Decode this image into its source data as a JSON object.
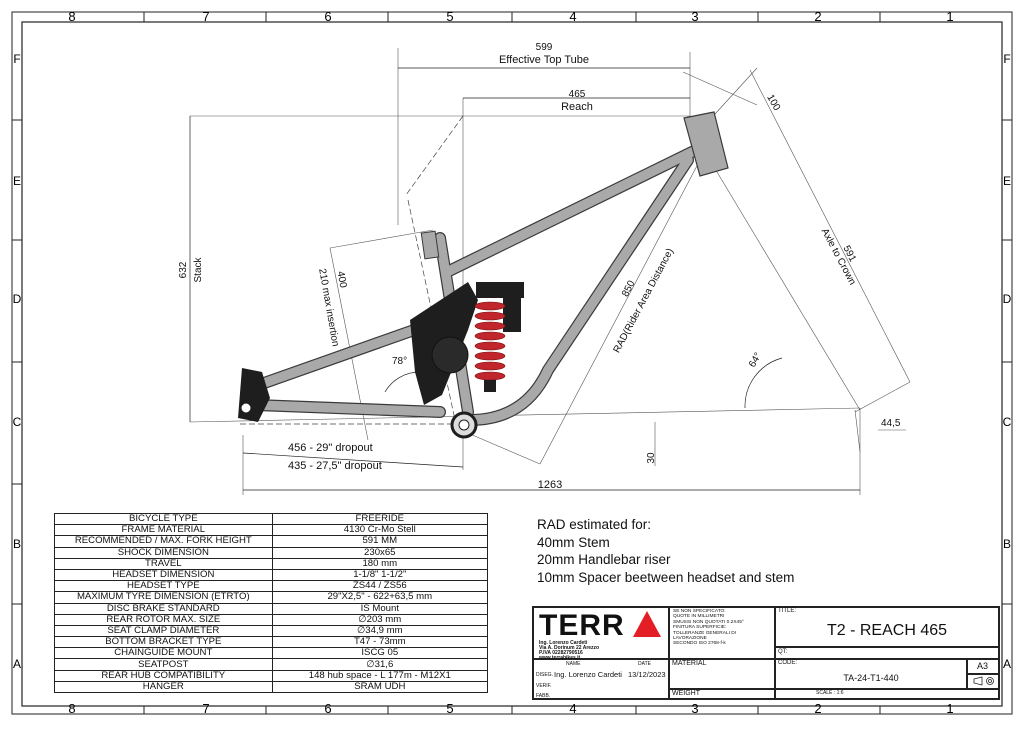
{
  "border": {
    "cols_top": [
      "8",
      "7",
      "6",
      "5",
      "4",
      "3",
      "2",
      "1"
    ],
    "cols_bottom": [
      "8",
      "7",
      "6",
      "5",
      "4",
      "3",
      "2",
      "1"
    ],
    "rows": [
      "F",
      "E",
      "D",
      "C",
      "B",
      "A"
    ]
  },
  "dimensions": {
    "ett_value": "599",
    "ett_label": "Effective Top Tube",
    "reach_value": "465",
    "reach_label": "Reach",
    "stack_value": "632",
    "stack_label": "Stack",
    "seat_value": "400",
    "seat_label": "210 max insertion",
    "rad_value": "850",
    "rad_label": "RAD(Rider Area Distance)",
    "atc_value": "591",
    "atc_label": "Axle to Crown",
    "ht_value": "100",
    "seat_angle": "78°",
    "head_angle": "64°",
    "bb_drop": "30",
    "fork_offset": "44,5",
    "cs1": "456 - 29\" dropout",
    "cs2": "435 - 27,5\" dropout",
    "wheelbase": "1263"
  },
  "spec_table": [
    [
      "BICYCLE TYPE",
      "FREERIDE"
    ],
    [
      "FRAME MATERIAL",
      "4130 Cr-Mo Stell"
    ],
    [
      "RECOMMENDED / MAX. FORK HEIGHT",
      "591 MM"
    ],
    [
      "SHOCK DIMENSION",
      "230x65"
    ],
    [
      "TRAVEL",
      "180 mm"
    ],
    [
      "HEADSET DIMENSION",
      "1-1/8\"     1-1/2\""
    ],
    [
      "HEADSET TYPE",
      "ZS44 / ZS56"
    ],
    [
      "MAXIMUM TYRE DIMENSION (ETRTO)",
      "29\"X2,5\" - 622+63,5 mm"
    ],
    [
      "DISC BRAKE STANDARD",
      "IS Mount"
    ],
    [
      "REAR ROTOR MAX. SIZE",
      "∅203 mm"
    ],
    [
      "SEAT CLAMP DIAMETER",
      "∅34,9 mm"
    ],
    [
      "BOTTOM BRACKET TYPE",
      "T47 - 73mm"
    ],
    [
      "CHAINGUIDE MOUNT",
      "ISCG 05"
    ],
    [
      "SEATPOST",
      "∅31,6"
    ],
    [
      "REAR HUB COMPATIBILITY",
      "148 hub space - L 177m - M12X1"
    ],
    [
      "HANGER",
      "SRAM UDH"
    ]
  ],
  "notes": {
    "title": "RAD estimated for:",
    "lines": [
      "40mm Stem",
      "20mm Handlebar riser",
      "10mm Spacer beetween headset and stem"
    ]
  },
  "title_block": {
    "logo": "TERR",
    "company": [
      "Ing. Lorenzo Cardeti",
      "Via A. Dorinum 22 Arezzo",
      "P.IVA 02282790516",
      "www.terrabikes.it"
    ],
    "tolerance": [
      "SE NON SPECIFICATO:",
      "QUOTE IN MILLIMETRI",
      "SMUSSI NON QUOTATI 0.2X45°",
      "",
      "FINITURA SUPERFICIE:",
      "TOLLERANZE GENERALI DI LAVORAZIONE",
      "SECONDO ISO 2768-f-k"
    ],
    "title_label": "TITLE:",
    "title": "T2 - REACH 465",
    "qt_label": "QT:",
    "code_label": "CODE:",
    "code": "TA-24-T1-440",
    "size": "A3",
    "material_label": "MATERIAL",
    "weight_label": "WEIGHT",
    "scale": "SCALE : 1:6",
    "name_header": "NAME",
    "date_header": "DATE",
    "row_labels": [
      "DISEG.",
      "VERIF.",
      "FABB."
    ],
    "designer": "Ing. Lorenzo Cardeti",
    "date": "13/12/2023"
  },
  "colors": {
    "frame": "#a9a9a9",
    "frame_edge": "#3a3a3a",
    "shock_spring": "#c0262c",
    "logo_red": "#e31e24",
    "parts": "#1e1e1e"
  }
}
